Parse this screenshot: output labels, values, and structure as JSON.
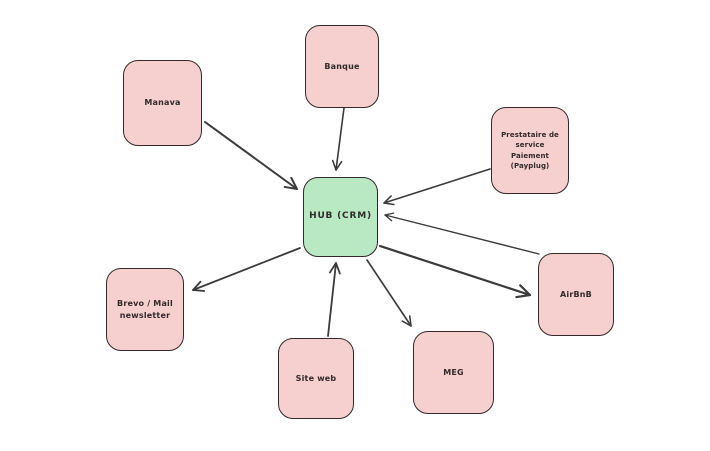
{
  "nodes": {
    "manava": {
      "label": "Manava"
    },
    "banque": {
      "label": "Banque"
    },
    "payplug": {
      "label": "Prestataire de service Paiement (Payplug)"
    },
    "hub": {
      "label": "HUB (CRM)"
    },
    "airbnb": {
      "label": "AirBnB"
    },
    "meg": {
      "label": "MEG"
    },
    "siteweb": {
      "label": "Site web"
    },
    "brevo": {
      "label": "Brevo / Mail newsletter"
    }
  },
  "edges": [
    {
      "from": "manava",
      "to": "hub"
    },
    {
      "from": "banque",
      "to": "hub"
    },
    {
      "from": "payplug",
      "to": "hub"
    },
    {
      "from": "airbnb",
      "to": "hub"
    },
    {
      "from": "hub",
      "to": "airbnb"
    },
    {
      "from": "hub",
      "to": "meg"
    },
    {
      "from": "siteweb",
      "to": "hub"
    },
    {
      "from": "hub",
      "to": "brevo"
    }
  ],
  "colors": {
    "background": "#ffffff",
    "node_pink": "#f6cfcf",
    "node_green": "#b9e9c3",
    "border": "#33282a",
    "arrow": "#3a3a3a",
    "text": "#322929"
  }
}
